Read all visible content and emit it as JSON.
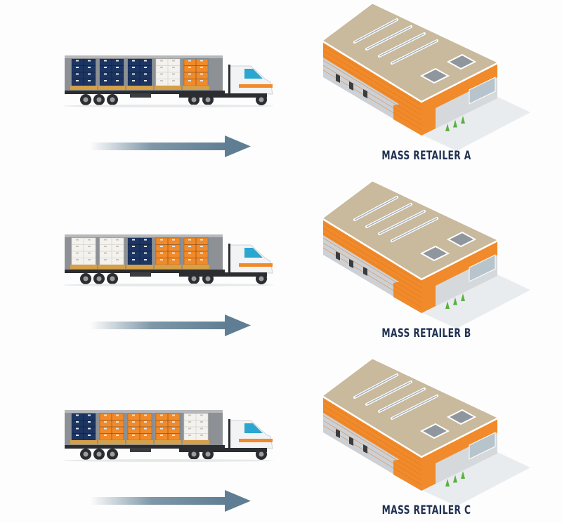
{
  "colors": {
    "navy": "#1c3563",
    "white": "#f4f2ee",
    "orange": "#f08a2a",
    "arrow": "#5f7e93",
    "label": "#1f3152"
  },
  "rows": [
    {
      "label": "MASS RETAILER A",
      "pallets": [
        "navy",
        "navy",
        "navy",
        "white",
        "orange"
      ]
    },
    {
      "label": "MASS RETAILER B",
      "pallets": [
        "white",
        "white",
        "navy",
        "orange",
        "orange"
      ]
    },
    {
      "label": "MASS RETAILER C",
      "pallets": [
        "navy",
        "orange",
        "orange",
        "orange",
        "white"
      ]
    }
  ]
}
